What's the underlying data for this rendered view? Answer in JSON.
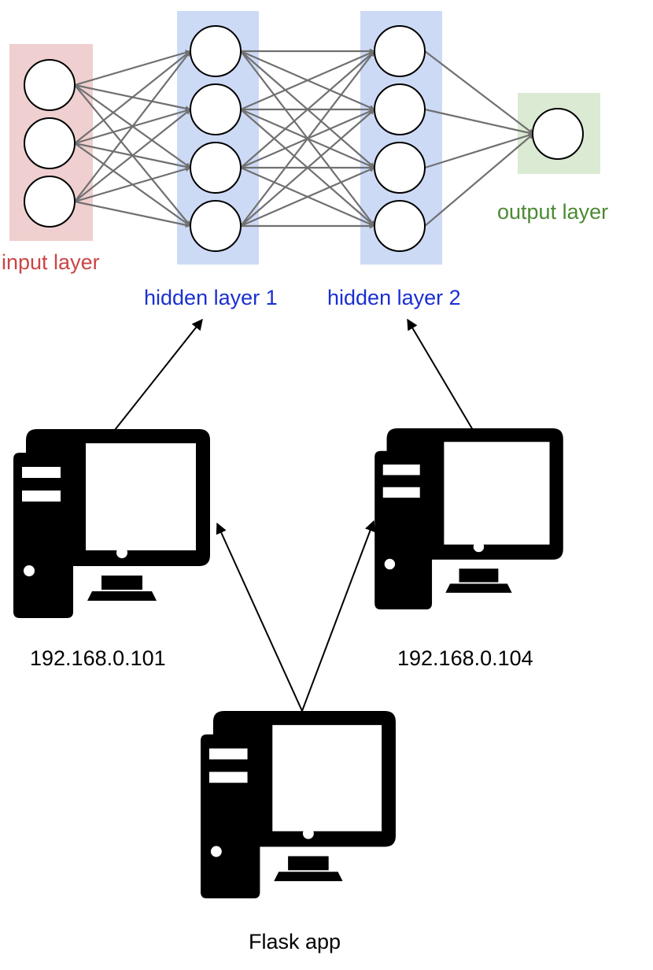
{
  "colors": {
    "input_band": "#efcfcf",
    "hidden_band": "#cddaf6",
    "output_band": "#dbead3",
    "input_text": "#cc4444",
    "hidden_text": "#1a2fd1",
    "output_text": "#4c8a33",
    "connection": "#707070",
    "machine": "#000000"
  },
  "network": {
    "layers": [
      {
        "id": "input",
        "label": "input layer",
        "neurons": 3
      },
      {
        "id": "hidden1",
        "label": "hidden layer 1",
        "neurons": 4
      },
      {
        "id": "hidden2",
        "label": "hidden layer 2",
        "neurons": 4
      },
      {
        "id": "output",
        "label": "output layer",
        "neurons": 1
      }
    ]
  },
  "machines": [
    {
      "id": "node-1",
      "label": "192.168.0.101",
      "icon": "desktop-computer-icon",
      "runs": "hidden layer 1"
    },
    {
      "id": "node-2",
      "label": "192.168.0.104",
      "icon": "desktop-computer-icon",
      "runs": "hidden layer 2"
    },
    {
      "id": "flask",
      "label": "Flask app",
      "icon": "desktop-computer-icon",
      "sends_to": [
        "192.168.0.101",
        "192.168.0.104"
      ]
    }
  ]
}
